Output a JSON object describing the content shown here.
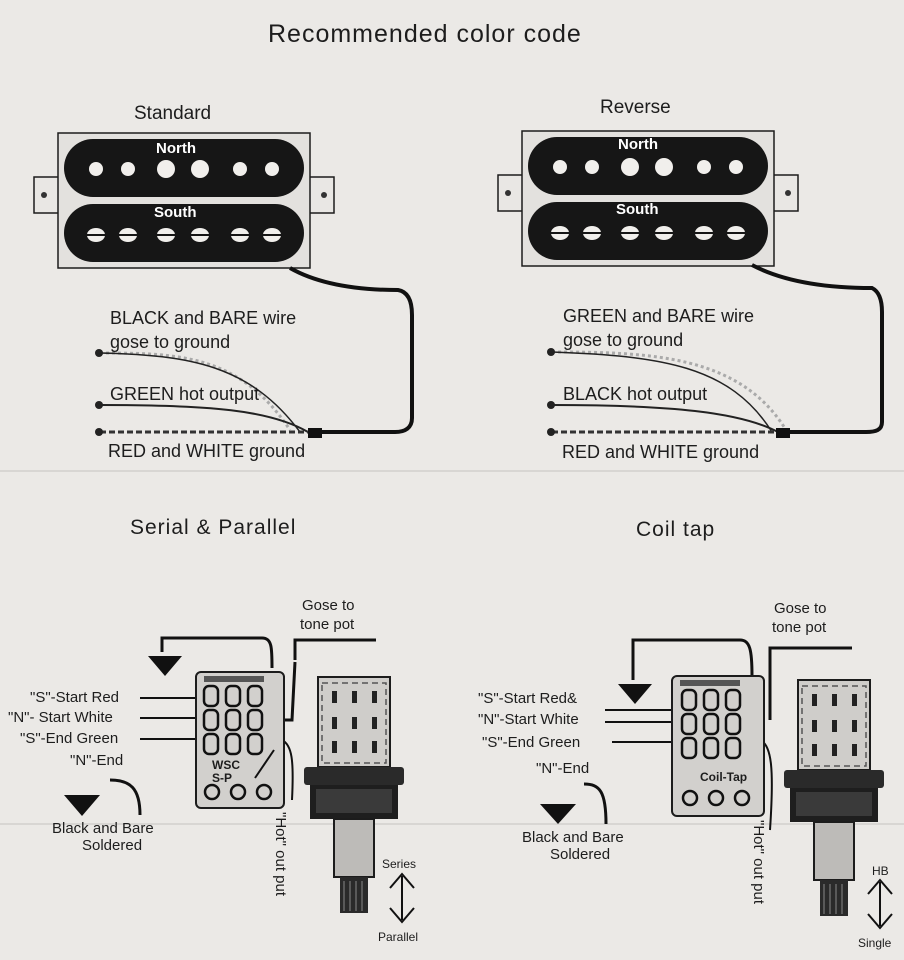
{
  "title": "Recommended color code",
  "standard": {
    "heading": "Standard",
    "top_coil": "North",
    "bottom_coil": "South",
    "wire1_line1": "BLACK and BARE wire",
    "wire1_line2": "gose to ground",
    "wire2": "GREEN hot output",
    "wire3": "RED and WHITE ground"
  },
  "reverse": {
    "heading": "Reverse",
    "top_coil": "North",
    "bottom_coil": "South",
    "wire1_line1": "GREEN and BARE wire",
    "wire1_line2": "gose to ground",
    "wire2": "BLACK hot output",
    "wire3": "RED and WHITE ground"
  },
  "serial_parallel": {
    "heading": "Serial & Parallel",
    "tone_line1": "Gose to",
    "tone_line2": "tone pot",
    "s_start": "\"S\"-Start Red",
    "n_start": "\"N\"- Start White",
    "s_end": "\"S\"-End Green",
    "n_end": "\"N\"-End",
    "ground_line1": "Black and Bare",
    "ground_line2": "Soldered",
    "chip_line1": "WSC",
    "chip_line2": "S-P",
    "hot_out": "\"Hot\" out put",
    "top_position": "Series",
    "bottom_position": "Parallel"
  },
  "coil_tap": {
    "heading": "Coil tap",
    "tone_line1": "Gose to",
    "tone_line2": "tone pot",
    "s_start": "\"S\"-Start Red&",
    "n_start": "\"N\"-Start White",
    "s_end": "\"S\"-End Green",
    "n_end": "\"N\"-End",
    "ground_line1": "Black and Bare",
    "ground_line2": "Soldered",
    "chip_label": "Coil-Tap",
    "hot_out": "\"Hot\" out put",
    "top_position": "HB",
    "bottom_position": "Single"
  }
}
